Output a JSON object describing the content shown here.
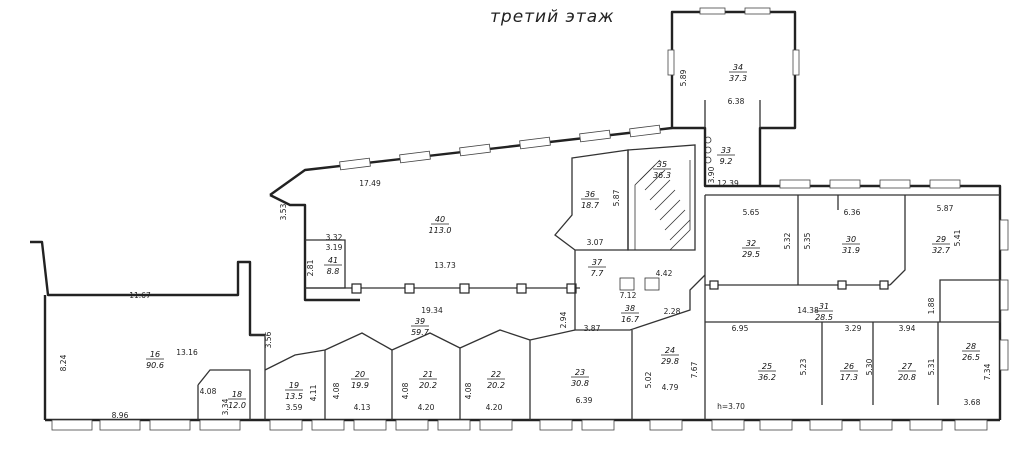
{
  "title": "третий этаж",
  "rooms": [
    {
      "id": "room-34",
      "number": "34",
      "area": "37.3"
    },
    {
      "id": "room-33",
      "number": "33",
      "area": "9.2"
    },
    {
      "id": "room-35",
      "number": "35",
      "area": "36.3"
    },
    {
      "id": "room-36",
      "number": "36",
      "area": "18.7"
    },
    {
      "id": "room-40",
      "number": "40",
      "area": "113.0"
    },
    {
      "id": "room-41",
      "number": "41",
      "area": "8.8"
    },
    {
      "id": "room-37",
      "number": "37",
      "area": "7.7"
    },
    {
      "id": "room-38",
      "number": "38",
      "area": "16.7"
    },
    {
      "id": "room-32",
      "number": "32",
      "area": "29.5"
    },
    {
      "id": "room-30",
      "number": "30",
      "area": "31.9"
    },
    {
      "id": "room-29",
      "number": "29",
      "area": "32.7"
    },
    {
      "id": "room-31",
      "number": "31",
      "area": "28.5"
    },
    {
      "id": "room-39",
      "number": "39",
      "area": "59.7"
    },
    {
      "id": "room-16",
      "number": "16",
      "area": "90.6"
    },
    {
      "id": "room-18",
      "number": "18",
      "area": "12.0"
    },
    {
      "id": "room-19",
      "number": "19",
      "area": "13.5"
    },
    {
      "id": "room-20",
      "number": "20",
      "area": "19.9"
    },
    {
      "id": "room-21",
      "number": "21",
      "area": "20.2"
    },
    {
      "id": "room-22",
      "number": "22",
      "area": "20.2"
    },
    {
      "id": "room-23",
      "number": "23",
      "area": "30.8"
    },
    {
      "id": "room-24",
      "number": "24",
      "area": "29.8"
    },
    {
      "id": "room-25",
      "number": "25",
      "area": "36.2"
    },
    {
      "id": "room-26",
      "number": "26",
      "area": "17.3"
    },
    {
      "id": "room-27",
      "number": "27",
      "area": "20.8"
    },
    {
      "id": "room-28",
      "number": "28",
      "area": "26.5"
    }
  ],
  "dimensions": [
    "5.89",
    "6.38",
    "3.90",
    "12.39",
    "17.49",
    "3.53",
    "3.32",
    "3.19",
    "2.81",
    "13.73",
    "5.87",
    "3.07",
    "4.42",
    "7.12",
    "5.65",
    "6.36",
    "5.87",
    "5.32",
    "5.35",
    "5.41",
    "14.38",
    "1.88",
    "11.67",
    "19.34",
    "2.94",
    "3.87",
    "2.28",
    "6.95",
    "3.29",
    "3.94",
    "8.24",
    "13.16",
    "3.56",
    "4.08",
    "3.34",
    "8.96",
    "3.59",
    "4.11",
    "4.08",
    "4.13",
    "4.08",
    "4.20",
    "4.08",
    "4.20",
    "6.39",
    "5.02",
    "4.79",
    "7.67",
    "5.23",
    "5.30",
    "5.31",
    "7.34",
    "h=3.70",
    "3.68"
  ]
}
